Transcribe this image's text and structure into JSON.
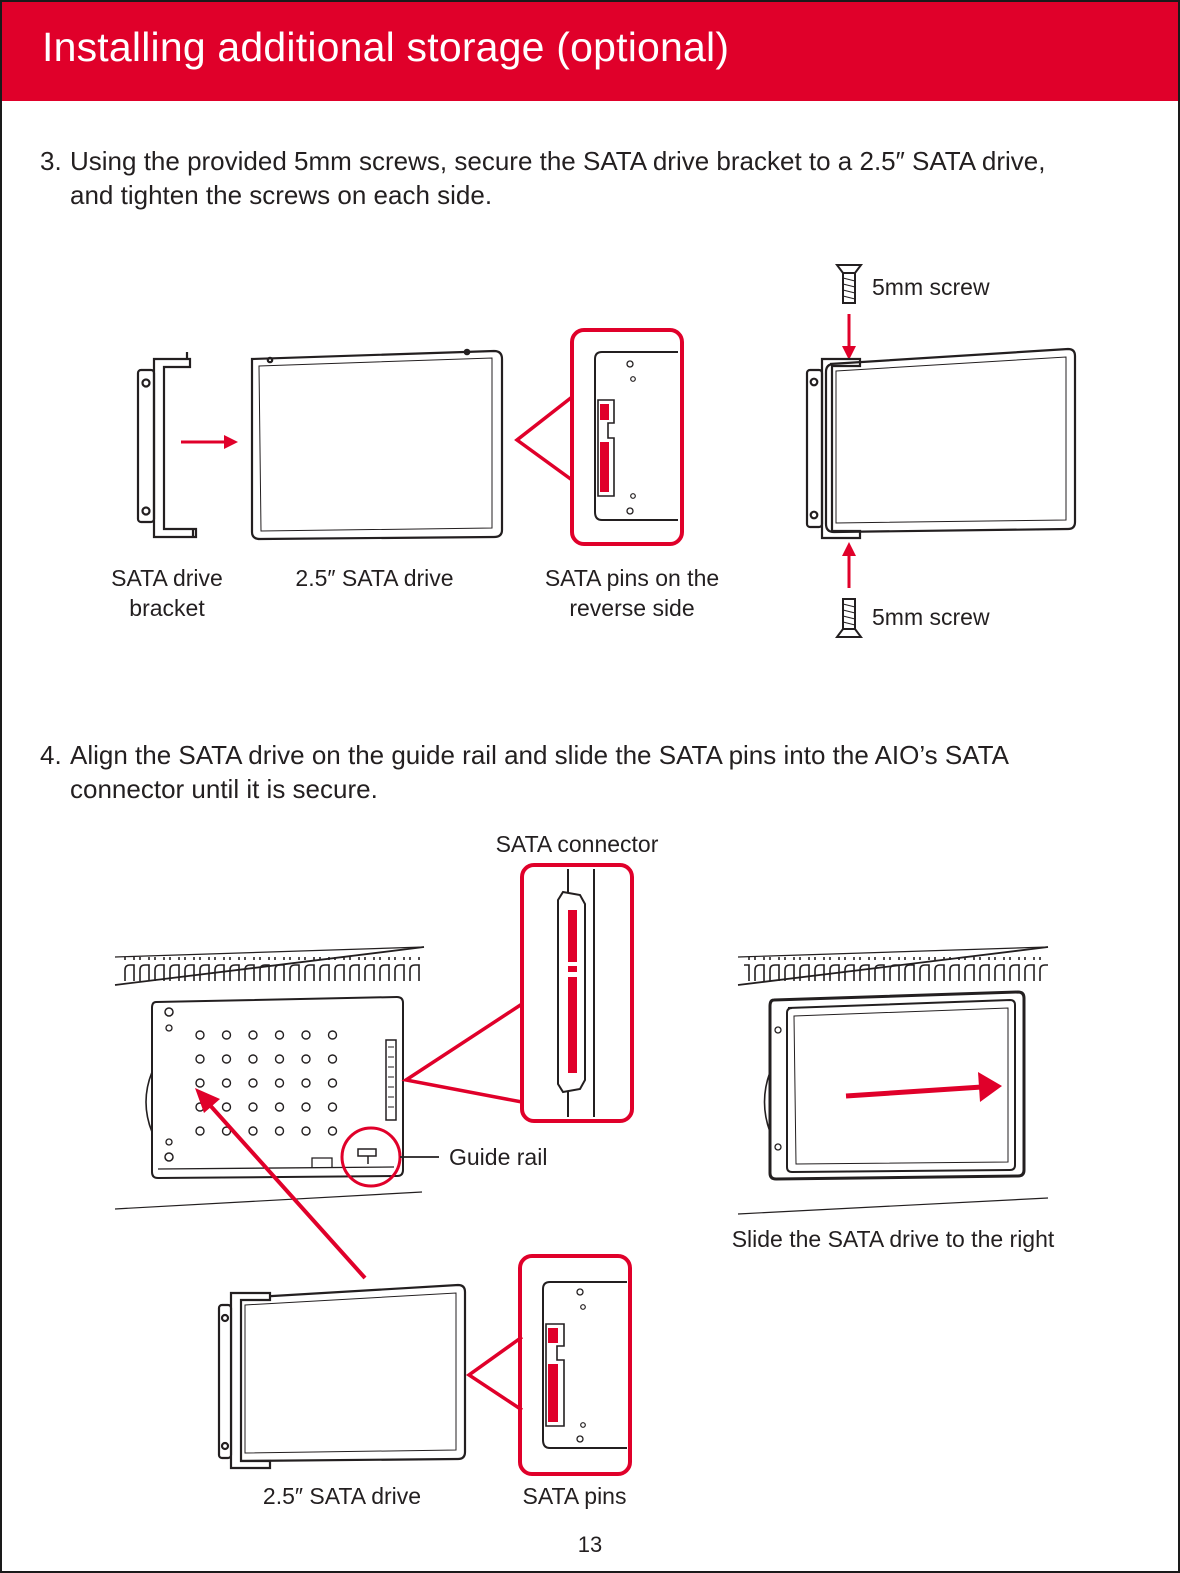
{
  "header": {
    "title": "Installing additional storage (optional)"
  },
  "accent_color": "#e0002a",
  "steps": [
    {
      "number": "3.",
      "line1": "Using the provided 5mm screws, secure the SATA drive bracket to a 2.5″ SATA drive,",
      "line2": "and tighten the screws on each side."
    },
    {
      "number": "4.",
      "line1": "Align the SATA drive on the guide rail and slide the SATA pins into the AIO’s SATA",
      "line2": "connector until it is secure."
    }
  ],
  "figure1": {
    "bracket_label_1": "SATA drive",
    "bracket_label_2": "bracket",
    "drive_label": "2.5″ SATA drive",
    "pins_label_1": "SATA pins on the",
    "pins_label_2": "reverse side",
    "screw_top_label": "5mm screw",
    "screw_bottom_label": "5mm screw"
  },
  "figure2": {
    "connector_label": "SATA connector",
    "guide_rail_label": "Guide rail",
    "slide_label": "Slide the SATA drive to the right",
    "drive_label": "2.5″ SATA drive",
    "pins_label": "SATA pins"
  },
  "page_number": "13"
}
